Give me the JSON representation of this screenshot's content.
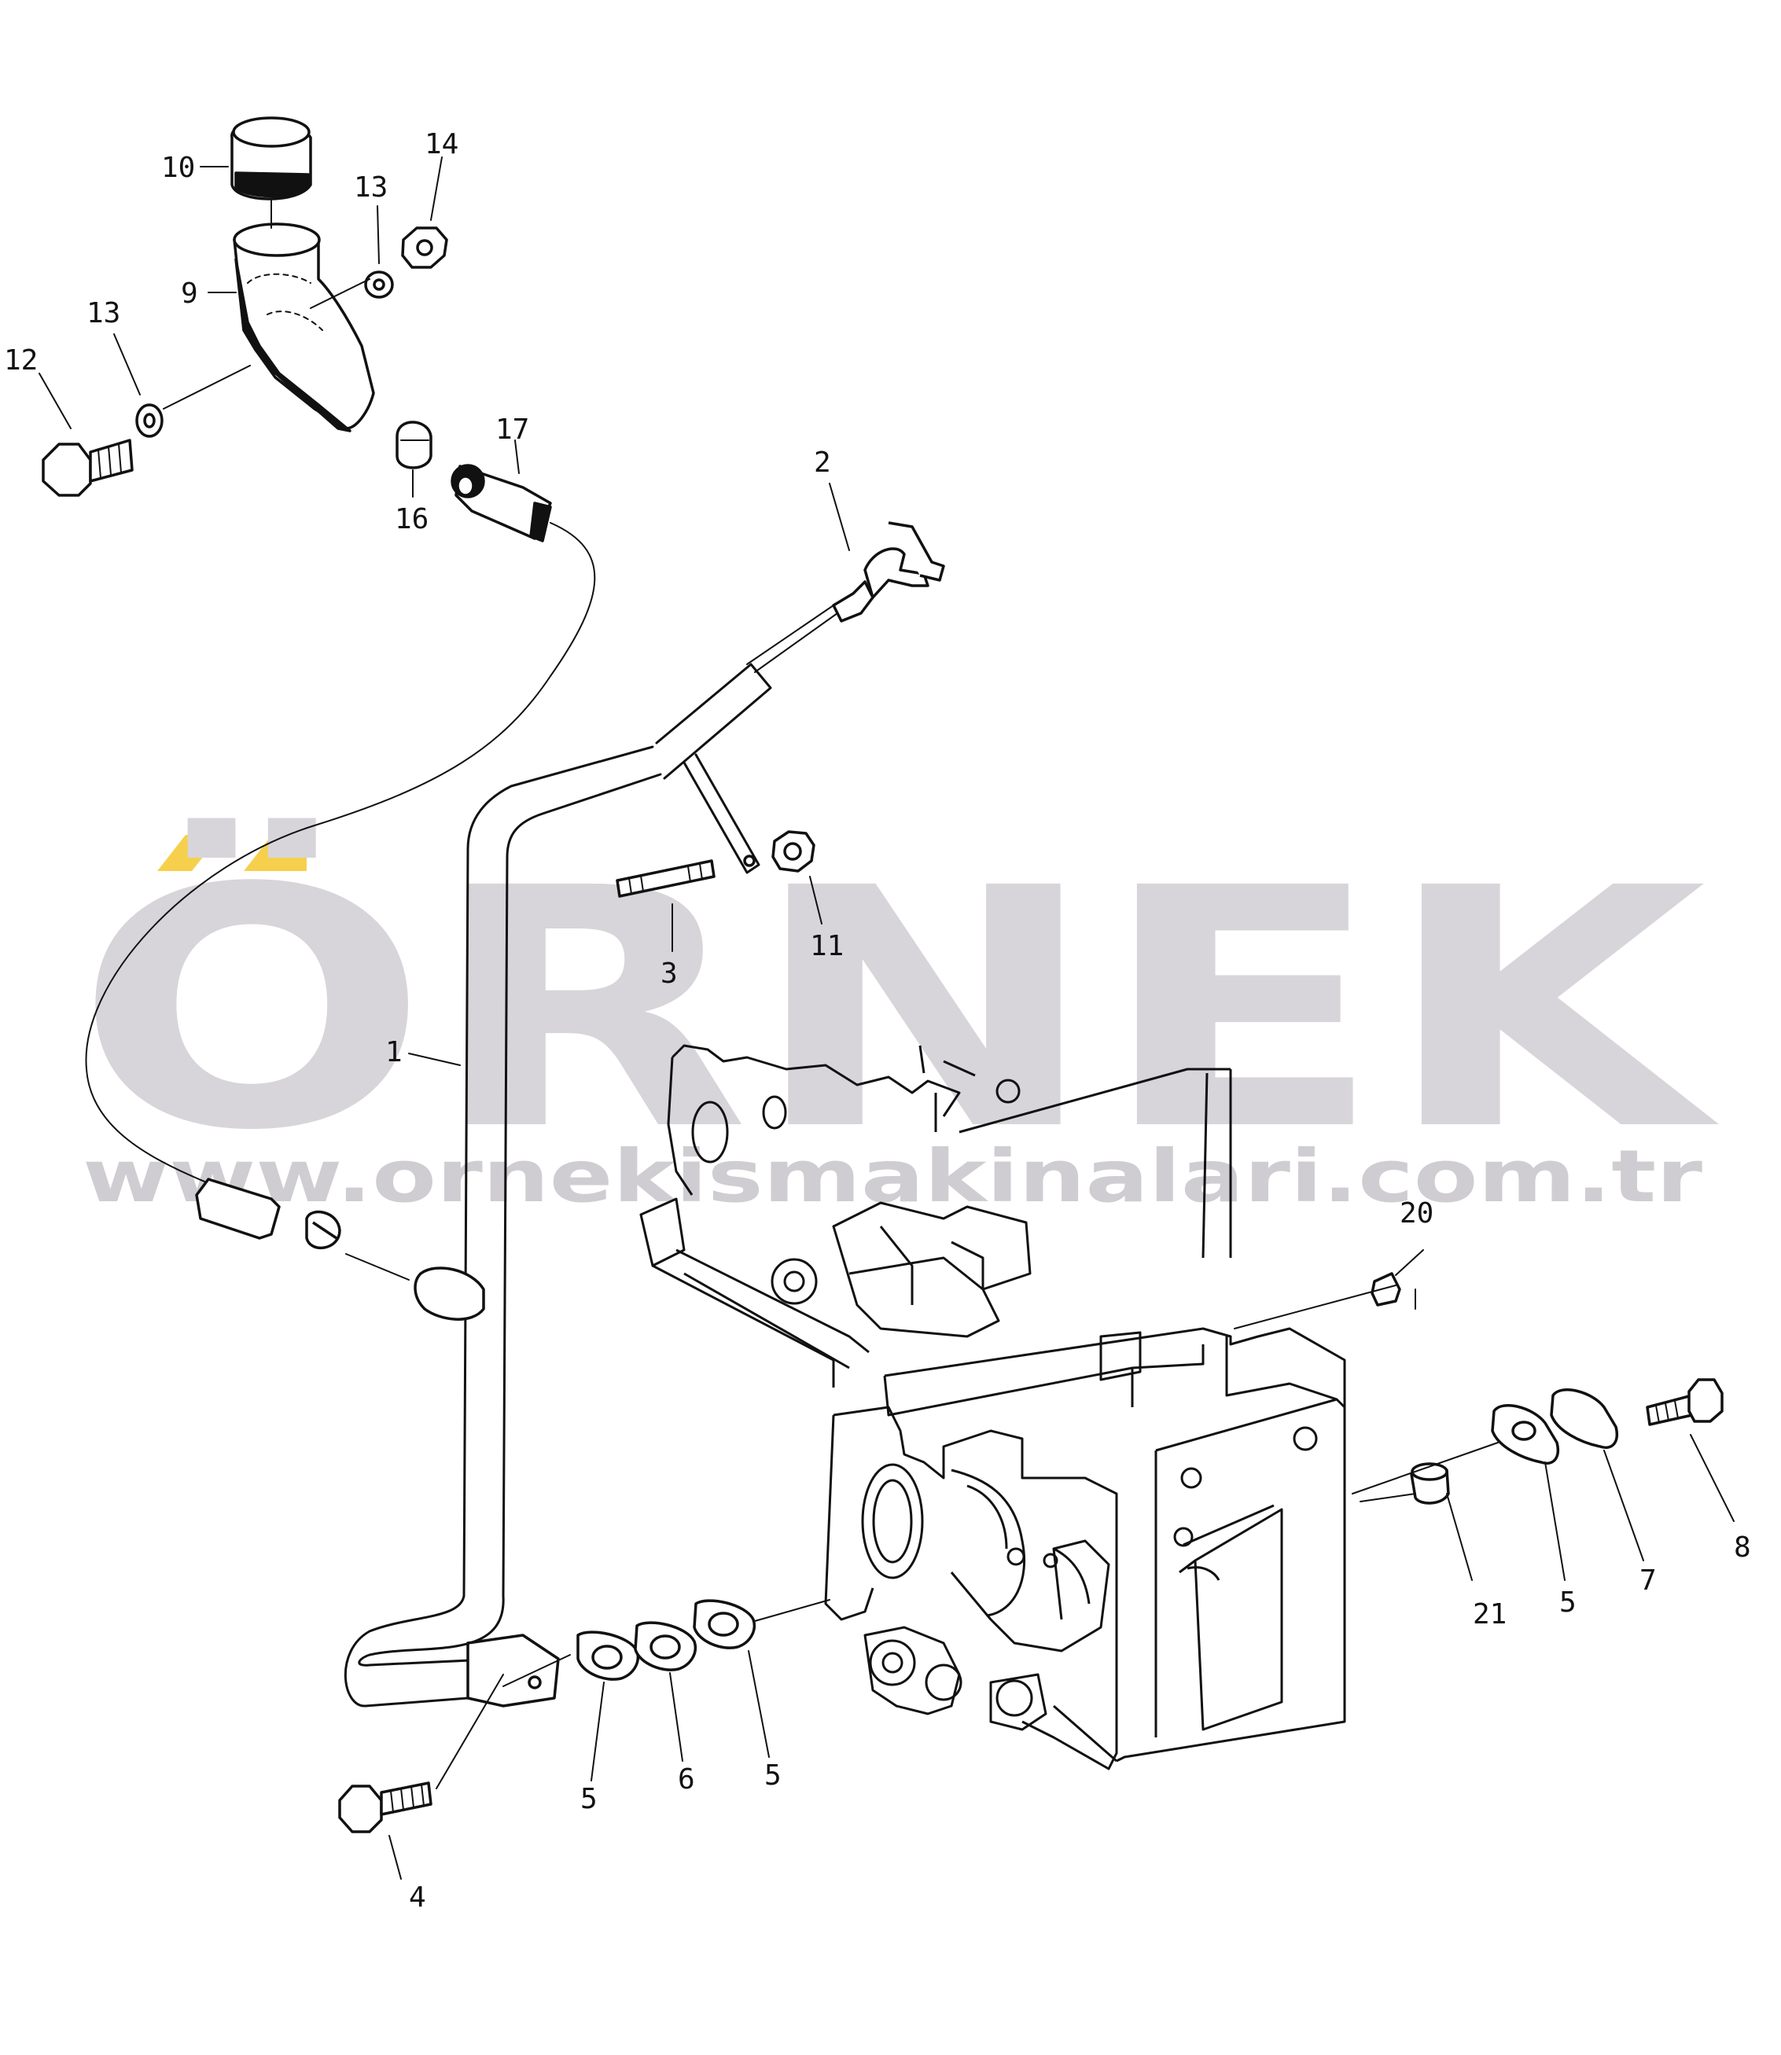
{
  "watermark": {
    "brand": "ÖRNEK",
    "url": "www.ornekismakinalari.com.tr",
    "accent_color": "#f6d04d",
    "text_color": "#d7d5da"
  },
  "callouts": [
    {
      "id": "c1",
      "label": "1"
    },
    {
      "id": "c2",
      "label": "2"
    },
    {
      "id": "c3",
      "label": "3"
    },
    {
      "id": "c4",
      "label": "4"
    },
    {
      "id": "c5a",
      "label": "5"
    },
    {
      "id": "c6",
      "label": "6"
    },
    {
      "id": "c5b",
      "label": "5"
    },
    {
      "id": "c5c",
      "label": "5"
    },
    {
      "id": "c7",
      "label": "7"
    },
    {
      "id": "c8",
      "label": "8"
    },
    {
      "id": "c9",
      "label": "9"
    },
    {
      "id": "c10",
      "label": "10"
    },
    {
      "id": "c11",
      "label": "11"
    },
    {
      "id": "c12",
      "label": "12"
    },
    {
      "id": "c13a",
      "label": "13"
    },
    {
      "id": "c13b",
      "label": "13"
    },
    {
      "id": "c14",
      "label": "14"
    },
    {
      "id": "c16",
      "label": "16"
    },
    {
      "id": "c17",
      "label": "17"
    },
    {
      "id": "c20",
      "label": "20"
    },
    {
      "id": "c21",
      "label": "21"
    }
  ]
}
